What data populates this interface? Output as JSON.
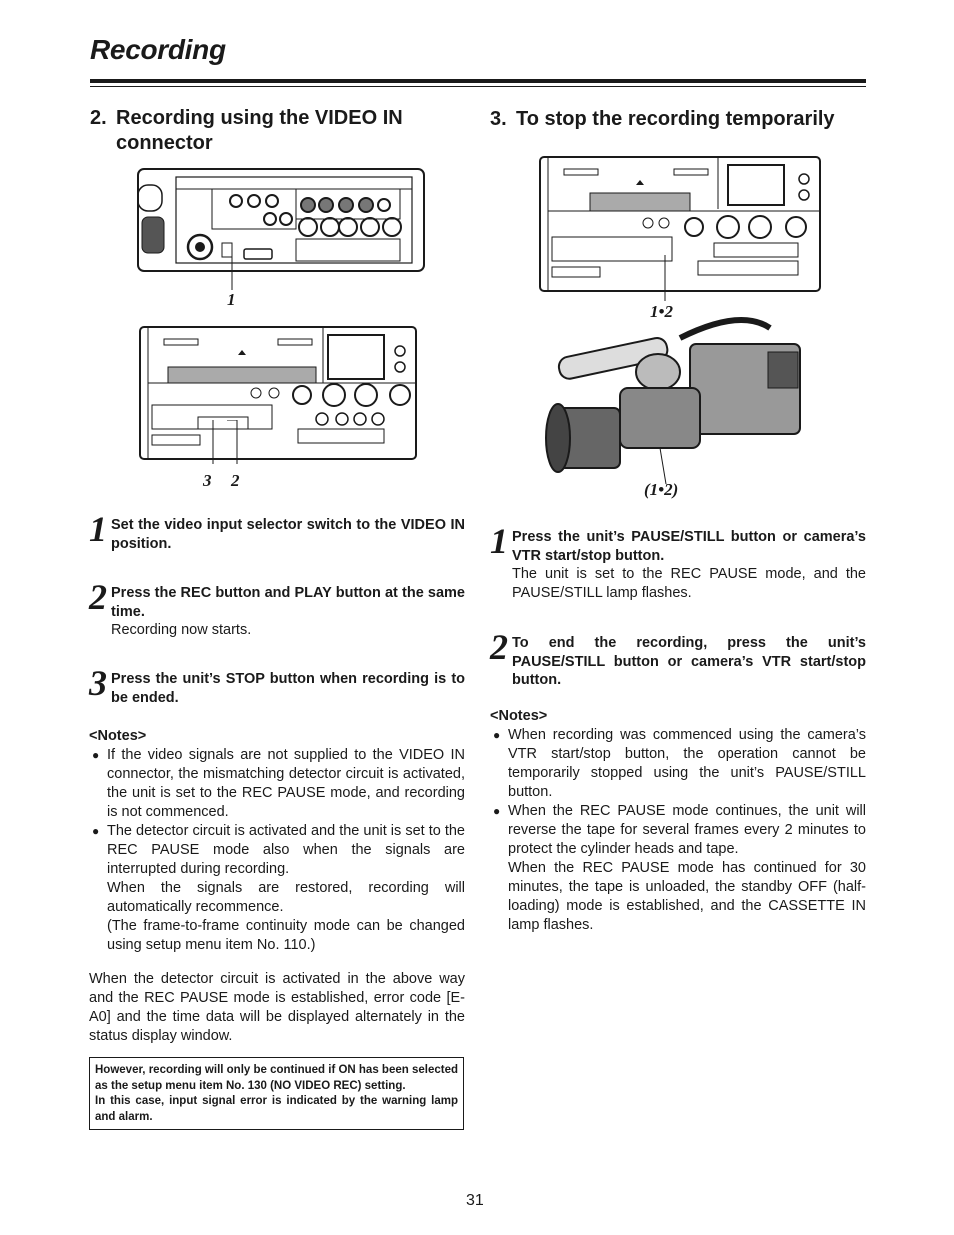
{
  "page": {
    "title": "Recording",
    "page_number": "31"
  },
  "section2": {
    "number": "2.",
    "heading_line1": "Recording using the VIDEO IN",
    "heading_line2": "connector",
    "figure_labels": {
      "top_callout": "1",
      "bottom_callout_a": "3",
      "bottom_callout_b": "2"
    },
    "steps": [
      {
        "num": "1",
        "bold": "Set the video input selector switch to the VIDEO IN position.",
        "plain": ""
      },
      {
        "num": "2",
        "bold": "Press the REC button and PLAY button at the same time.",
        "plain": "Recording now starts."
      },
      {
        "num": "3",
        "bold": "Press the unit’s STOP button when recording is to be ended.",
        "plain": ""
      }
    ],
    "notes_heading": "<Notes>",
    "notes": [
      {
        "paras": [
          "If the video signals are not supplied to the VIDEO IN connector, the mismatching detector circuit is activated, the unit is set to the REC PAUSE mode, and recording is not commenced."
        ]
      },
      {
        "paras": [
          "The detector circuit is activated and the unit is set to the REC PAUSE mode also when the signals are interrupted during recording.",
          "When the signals are restored, recording will automatically recommence.",
          "(The frame-to-frame continuity mode can be changed using setup menu item No. 110.)"
        ]
      }
    ],
    "paragraph": "When the detector circuit is activated in the above way and the REC PAUSE mode is established, error code [E-A0] and the time data will be displayed alternately in the status display window.",
    "warning_box": [
      "However, recording will only be continued if ON has been selected as the setup menu item No. 130 (NO VIDEO REC) setting.",
      "In this case, input signal error is indicated by the warning lamp and alarm."
    ]
  },
  "section3": {
    "number": "3.",
    "heading": "To stop the recording temporarily",
    "figure_labels": {
      "deck_callout": "1•2",
      "camera_callout": "(1•2)"
    },
    "steps": [
      {
        "num": "1",
        "bold": "Press the unit’s PAUSE/STILL button or camera’s VTR start/stop button.",
        "plain": "The unit is set to the REC PAUSE mode, and the PAUSE/STILL lamp flashes."
      },
      {
        "num": "2",
        "bold": "To end the recording, press the unit’s PAUSE/STILL button or camera’s VTR start/stop button.",
        "plain": ""
      }
    ],
    "notes_heading": "<Notes>",
    "notes": [
      {
        "paras": [
          "When recording was commenced using the camera’s VTR start/stop button, the operation cannot be temporarily stopped using the unit’s PAUSE/STILL button."
        ]
      },
      {
        "paras": [
          "When the REC PAUSE mode continues, the unit will reverse the tape for several frames every 2 minutes to protect the cylinder heads and tape.",
          "When the REC PAUSE mode has continued for 30 minutes, the tape is unloaded, the standby OFF (half-loading) mode is established, and the CASSETTE IN lamp flashes."
        ]
      }
    ]
  }
}
